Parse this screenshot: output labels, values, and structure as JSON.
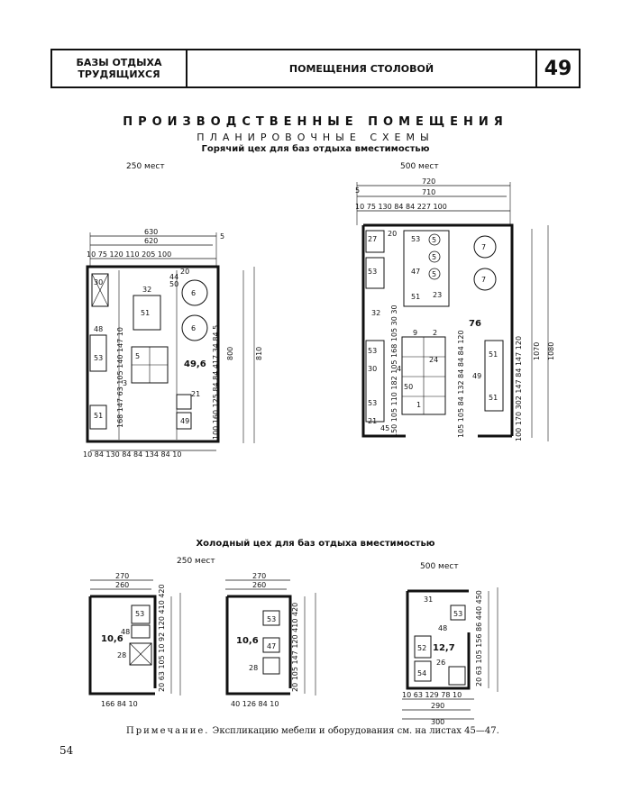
{
  "header": {
    "section_line1": "БАЗЫ ОТДЫХА",
    "section_line2": "ТРУДЯЩИХСЯ",
    "topic": "ПОМЕЩЕНИЯ СТОЛОВОЙ",
    "sheet_number": "49"
  },
  "titles": {
    "main": "ПРОИЗВОДСТВЕННЫЕ ПОМЕЩЕНИЯ",
    "sub": "ПЛАНИРОВОЧНЫЕ СХЕМЫ",
    "hot_shop": "Горячий цех для баз отдыха вместимостью",
    "cold_shop": "Холодный цех для баз отдыха вместимостью"
  },
  "capacity": {
    "hot_small": "250 мест",
    "hot_large": "500 мест",
    "cold_small": "250 мест",
    "cold_large": "500 мест"
  },
  "hot_small_plan": {
    "dim_top_outer": "630",
    "dim_top_inner": "620",
    "dim_top_chain": "10 75 120 110 205 100",
    "dim_right_a": "5",
    "dim_left_chain": "168 147 63 105 140 147 10",
    "dim_right_chain": "100 160 125 84 84 417 34 84 5",
    "dim_total_inner": "800",
    "dim_total_outer": "810",
    "dim_bottom_chain": "10 84 130 84 84 134 84 10",
    "area": "49,6",
    "labels": [
      "30",
      "32",
      "51",
      "6",
      "6",
      "48",
      "53",
      "5",
      "3",
      "21",
      "49",
      "51",
      "50",
      "44",
      "20"
    ]
  },
  "hot_large_plan": {
    "dim_top_outer": "720",
    "dim_top_inner": "710",
    "dim_top_chain": "10 75 130 84 84 227 100",
    "dim_side": "5",
    "dim_left_chain": "150 105 110 182 105 168 105 30 30",
    "dim_mid_chain": "105 105 84 132 84 84 84 120",
    "dim_right_chain": "100 170 302 147 84 147 120",
    "dim_total_inner": "1070",
    "dim_total_outer": "1080",
    "area": "76",
    "labels": [
      "27",
      "53",
      "53",
      "5",
      "5",
      "5",
      "7",
      "7",
      "47",
      "51",
      "23",
      "32",
      "53",
      "30",
      "53",
      "21",
      "9",
      "2",
      "24",
      "4",
      "50",
      "1",
      "51",
      "49",
      "51",
      "45",
      "20"
    ]
  },
  "cold_plans": {
    "a": {
      "dim_outer": "270",
      "dim_inner": "260",
      "dim_bottom": "166 84 10",
      "dim_right": "20 63 105 10 92 120 410 420",
      "area": "10,6",
      "labels": [
        "53",
        "48",
        "28"
      ]
    },
    "b": {
      "dim_outer": "270",
      "dim_inner": "260",
      "dim_bottom": "40 126 84 10",
      "dim_right": "20 105 147 120 410 420",
      "area": "10,6",
      "labels": [
        "53",
        "47",
        "28"
      ]
    },
    "c": {
      "dim_outer": "300",
      "dim_inner": "290",
      "dim_bottom": "10 63 129 78 10",
      "dim_right": "20 63 105 156 86 440 450",
      "area": "12,7",
      "labels": [
        "31",
        "53",
        "48",
        "52",
        "26",
        "54"
      ]
    }
  },
  "note": {
    "prefix": "Примечание.",
    "text": " Экспликацию мебели и оборудования см. на листах 45—47."
  },
  "page_number": "54"
}
